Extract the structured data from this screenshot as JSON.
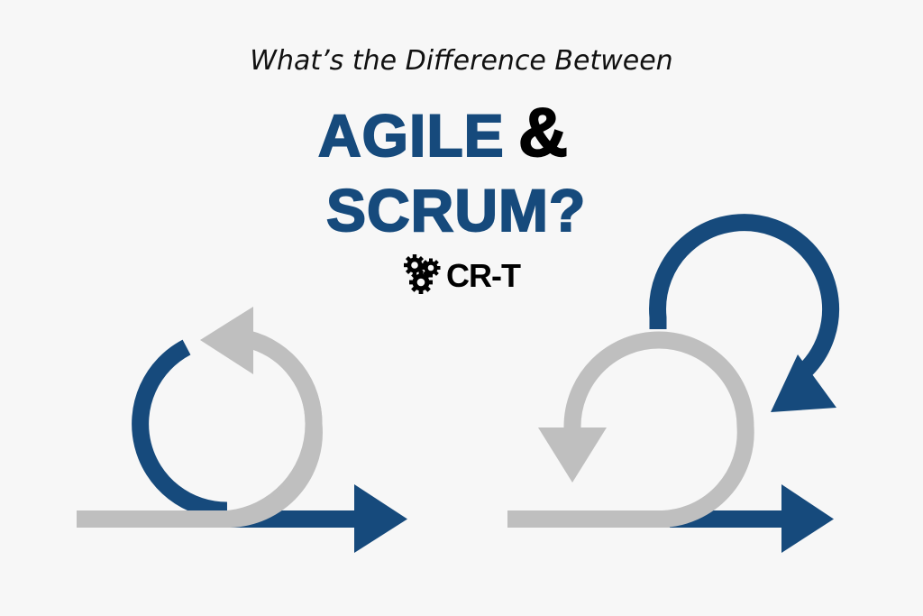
{
  "heading": {
    "subtitle": "What’s the Difference Between",
    "term_one": "AGILE",
    "conjunction": "&",
    "term_two": "SCRUM?"
  },
  "logo": {
    "icon": "gears-icon",
    "text": "CR-T"
  },
  "diagrams": [
    {
      "name": "agile-loop",
      "description": "Single iteration loop: line enters, loops once, exits as arrow",
      "colors": {
        "primary": "#164a7c",
        "secondary": "#bfbfbf"
      }
    },
    {
      "name": "scrum-loop",
      "description": "Double loop: gray loop with downward arrowhead and blue sprint loop with arrowhead, exiting as arrow",
      "colors": {
        "primary": "#164a7c",
        "secondary": "#bfbfbf"
      }
    }
  ],
  "colors": {
    "background": "#f7f7f7",
    "brand_blue": "#164a7c",
    "gray": "#bfbfbf",
    "text_dark": "#111111"
  }
}
